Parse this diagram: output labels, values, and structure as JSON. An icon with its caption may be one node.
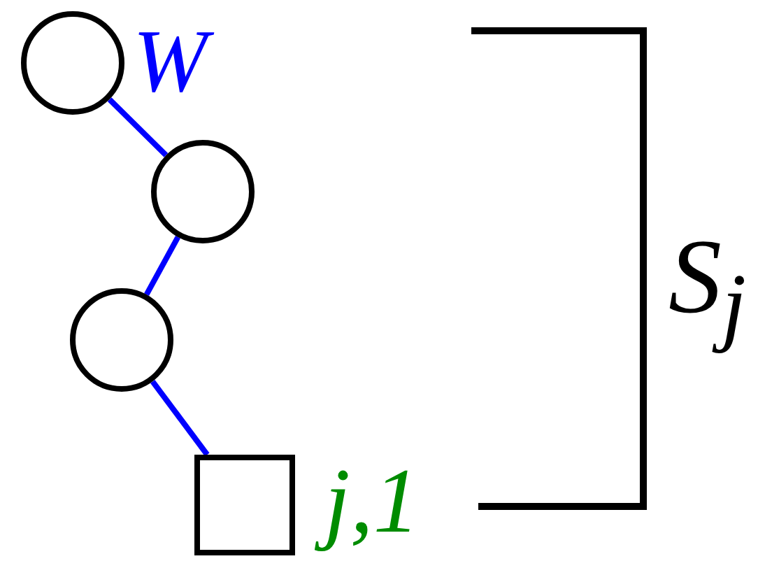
{
  "diagram": {
    "nodes": [
      {
        "text": [],
        "shape": "circle",
        "beside": [
          "W"
        ]
      },
      {
        "text": [],
        "shape": "circle"
      },
      {
        "text": [],
        "shape": "circle"
      },
      {
        "text": [],
        "shape": "box",
        "beside": [
          "j,1"
        ]
      }
    ],
    "edges": [
      {
        "from": 0,
        "to": 1,
        "arrow": "none"
      },
      {
        "from": 1,
        "to": 2,
        "arrow": "none"
      },
      {
        "from": 2,
        "to": 3,
        "arrow": "none"
      }
    ],
    "labels": [
      "S$_{j}$"
    ]
  }
}
